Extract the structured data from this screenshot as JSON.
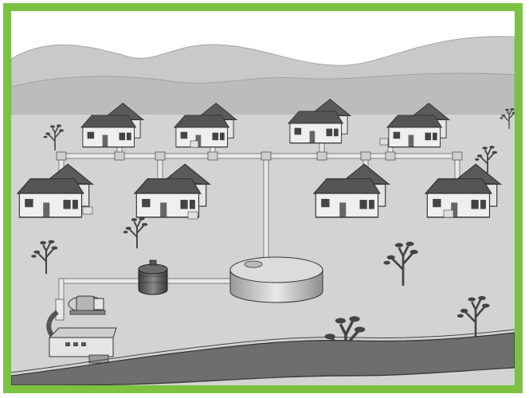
{
  "diagram": {
    "border_color": "#7cc242",
    "palette": {
      "sky": "#ffffff",
      "far_hills": "#c9c9c9",
      "near_hills": "#b8b8b8",
      "ground": "#d3d3d3",
      "roof": "#5a5a5a",
      "wall": "#efefef",
      "pipe": "#e8e8e8",
      "river": "#6e6e6e",
      "outline": "#333333",
      "tree": "#444444"
    },
    "houses": [
      {
        "name": "house-top-1",
        "scale": 0.95
      },
      {
        "name": "house-top-2",
        "scale": 0.95
      },
      {
        "name": "house-top-3",
        "scale": 0.95
      },
      {
        "name": "house-top-4",
        "scale": 0.95
      },
      {
        "name": "house-mid-1",
        "scale": 1.15
      },
      {
        "name": "house-mid-2",
        "scale": 1.15
      },
      {
        "name": "house-mid-3",
        "scale": 1.15
      },
      {
        "name": "house-mid-4",
        "scale": 1.15
      }
    ],
    "components": [
      {
        "name": "storage-tank",
        "icon": "cylinder-tank-icon"
      },
      {
        "name": "overhead-tank",
        "icon": "water-tank-icon"
      },
      {
        "name": "pump",
        "icon": "pump-icon"
      },
      {
        "name": "intake-chamber",
        "icon": "intake-icon"
      },
      {
        "name": "river",
        "icon": "river-icon"
      }
    ]
  }
}
